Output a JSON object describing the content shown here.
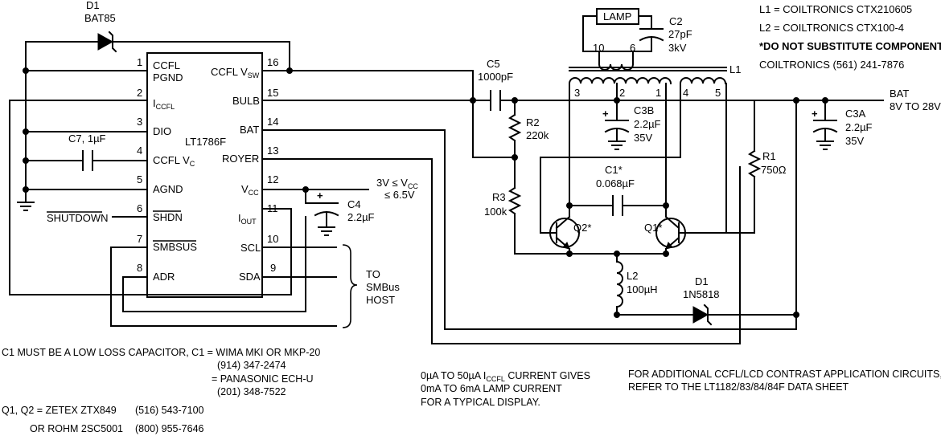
{
  "ic": {
    "name": "LT1786F",
    "pins_left": [
      {
        "num": "1",
        "label": "CCFL PGND"
      },
      {
        "num": "2",
        "label": "I_CCFL"
      },
      {
        "num": "3",
        "label": "DIO"
      },
      {
        "num": "4",
        "label": "CCFL V_C"
      },
      {
        "num": "5",
        "label": "AGND"
      },
      {
        "num": "6",
        "label": "SHDN"
      },
      {
        "num": "7",
        "label": "SMBSUS"
      },
      {
        "num": "8",
        "label": "ADR"
      }
    ],
    "pins_right": [
      {
        "num": "16",
        "label": "CCFL V_SW"
      },
      {
        "num": "15",
        "label": "BULB"
      },
      {
        "num": "14",
        "label": "BAT"
      },
      {
        "num": "13",
        "label": "ROYER"
      },
      {
        "num": "12",
        "label": "V_CC"
      },
      {
        "num": "11",
        "label": "I_OUT"
      },
      {
        "num": "10",
        "label": "SCL"
      },
      {
        "num": "9",
        "label": "SDA"
      }
    ]
  },
  "parts": {
    "d1_top": {
      "ref": "D1",
      "value": "BAT85"
    },
    "c7": {
      "ref": "C7",
      "value": "1µF"
    },
    "c4": {
      "ref": "C4",
      "value": "2.2µF"
    },
    "c5": {
      "ref": "C5",
      "value": "1000pF"
    },
    "r2": {
      "ref": "R2",
      "value": "220k"
    },
    "r3": {
      "ref": "R3",
      "value": "100k"
    },
    "c3b": {
      "ref": "C3B",
      "value": "2.2µF",
      "rating": "35V"
    },
    "c1": {
      "ref": "C1*",
      "value": "0.068µF"
    },
    "q1": {
      "ref": "Q1*"
    },
    "q2": {
      "ref": "Q2*"
    },
    "l2": {
      "ref": "L2",
      "value": "100µH"
    },
    "d1_bottom": {
      "ref": "D1",
      "value": "1N5818"
    },
    "r1": {
      "ref": "R1",
      "value": "750Ω"
    },
    "c3a": {
      "ref": "C3A",
      "value": "2.2µF",
      "rating": "35V"
    },
    "c2": {
      "ref": "C2",
      "value": "27pF",
      "rating": "3kV"
    },
    "lamp": {
      "label": "LAMP"
    },
    "l1": {
      "ref": "L1",
      "pins": [
        "3",
        "2",
        "1",
        "4",
        "5"
      ],
      "sec_pins": [
        "10",
        "6"
      ]
    }
  },
  "signals": {
    "shutdown": "SHUTDOWN",
    "vcc_range_1": "3V ≤ V",
    "vcc_range_sub": "CC",
    "vcc_range_2": "≤ 6.5V",
    "bat_label": "BAT",
    "bat_range": "8V TO 28V",
    "smbus_host": [
      "TO",
      "SMBus",
      "HOST"
    ]
  },
  "legend_top": {
    "l1": "L1 = COILTRONICS CTX210605",
    "l2": "L2 = COILTRONICS CTX100-4",
    "warning": "*DO NOT SUBSTITUTE COMPONENTS",
    "phone": "COILTRONICS (561) 241-7876"
  },
  "notes": {
    "c1_line1": "C1 MUST BE A LOW LOSS CAPACITOR, C1 = WIMA MKI OR MKP-20",
    "c1_line2": "(914) 347-2474",
    "c1_line3": "= PANASONIC ECH-U",
    "c1_line4": "(201) 348-7522",
    "q_line1a": "Q1, Q2 = ZETEX ZTX849",
    "q_line1b": "(516) 543-7100",
    "q_line2a": "OR ROHM 2SC5001",
    "q_line2b": "(800) 955-7646",
    "current_1a": "0µA TO 50µA I",
    "current_1sub": "CCFL",
    "current_1b": " CURRENT GIVES",
    "current_2": "0mA TO 6mA LAMP CURRENT",
    "current_3": "FOR A TYPICAL DISPLAY.",
    "more_1": "FOR ADDITIONAL CCFL/LCD CONTRAST APPLICATION CIRCUITS,",
    "more_2": "REFER TO THE LT1182/83/84/84F DATA SHEET"
  }
}
